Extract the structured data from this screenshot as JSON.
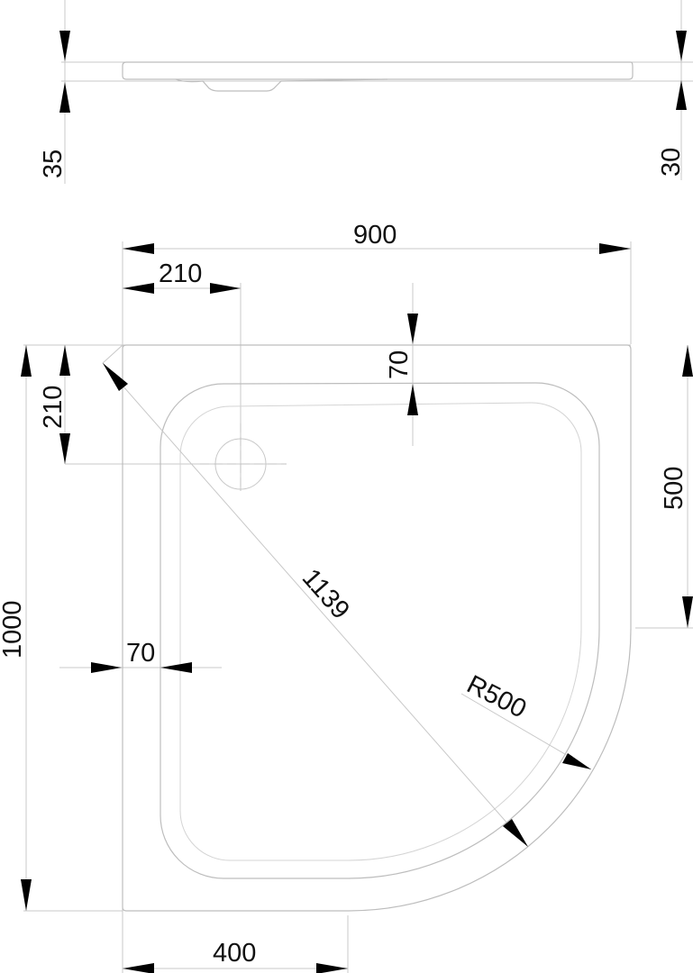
{
  "drawing": {
    "title": "Quarter-round shower tray technical drawing",
    "units": "mm",
    "line_color": "#c8c8c8",
    "arrow_color": "#000000",
    "text_color": "#111111"
  },
  "side_view": {
    "dimensions": {
      "left_height": "35",
      "right_height": "30"
    }
  },
  "top_view": {
    "dimensions": {
      "overall_width": "900",
      "drain_offset_x": "210",
      "drain_offset_y": "210",
      "overall_depth": "1000",
      "rim_top": "70",
      "rim_left": "70",
      "straight_right": "500",
      "straight_bottom": "400",
      "diagonal": "1139",
      "radius": "R500"
    }
  }
}
